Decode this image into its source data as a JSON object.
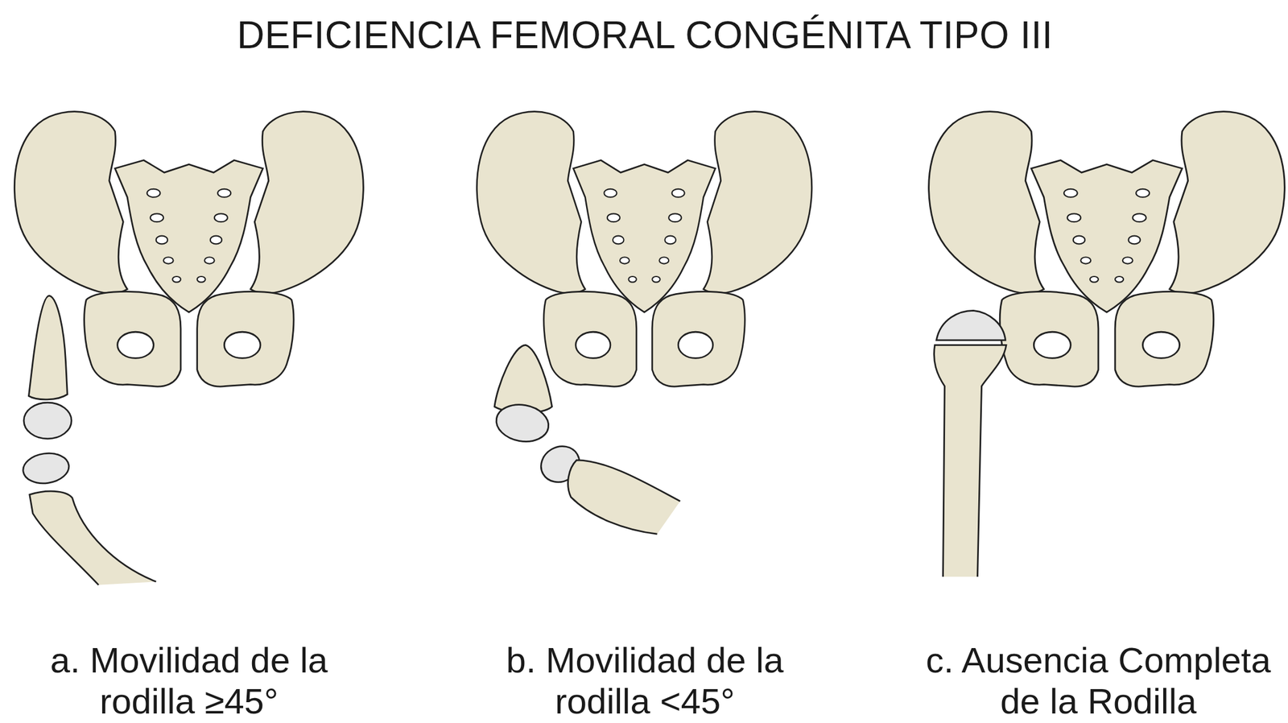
{
  "diagram": {
    "title": "DEFICIENCIA FEMORAL CONGÉNITA TIPO III",
    "labels": [
      "a. Movilidad de la rodilla ≥45°",
      "b. Movilidad de la rodilla <45°",
      "c. Ausencia Completa de la Rodilla"
    ]
  }
}
